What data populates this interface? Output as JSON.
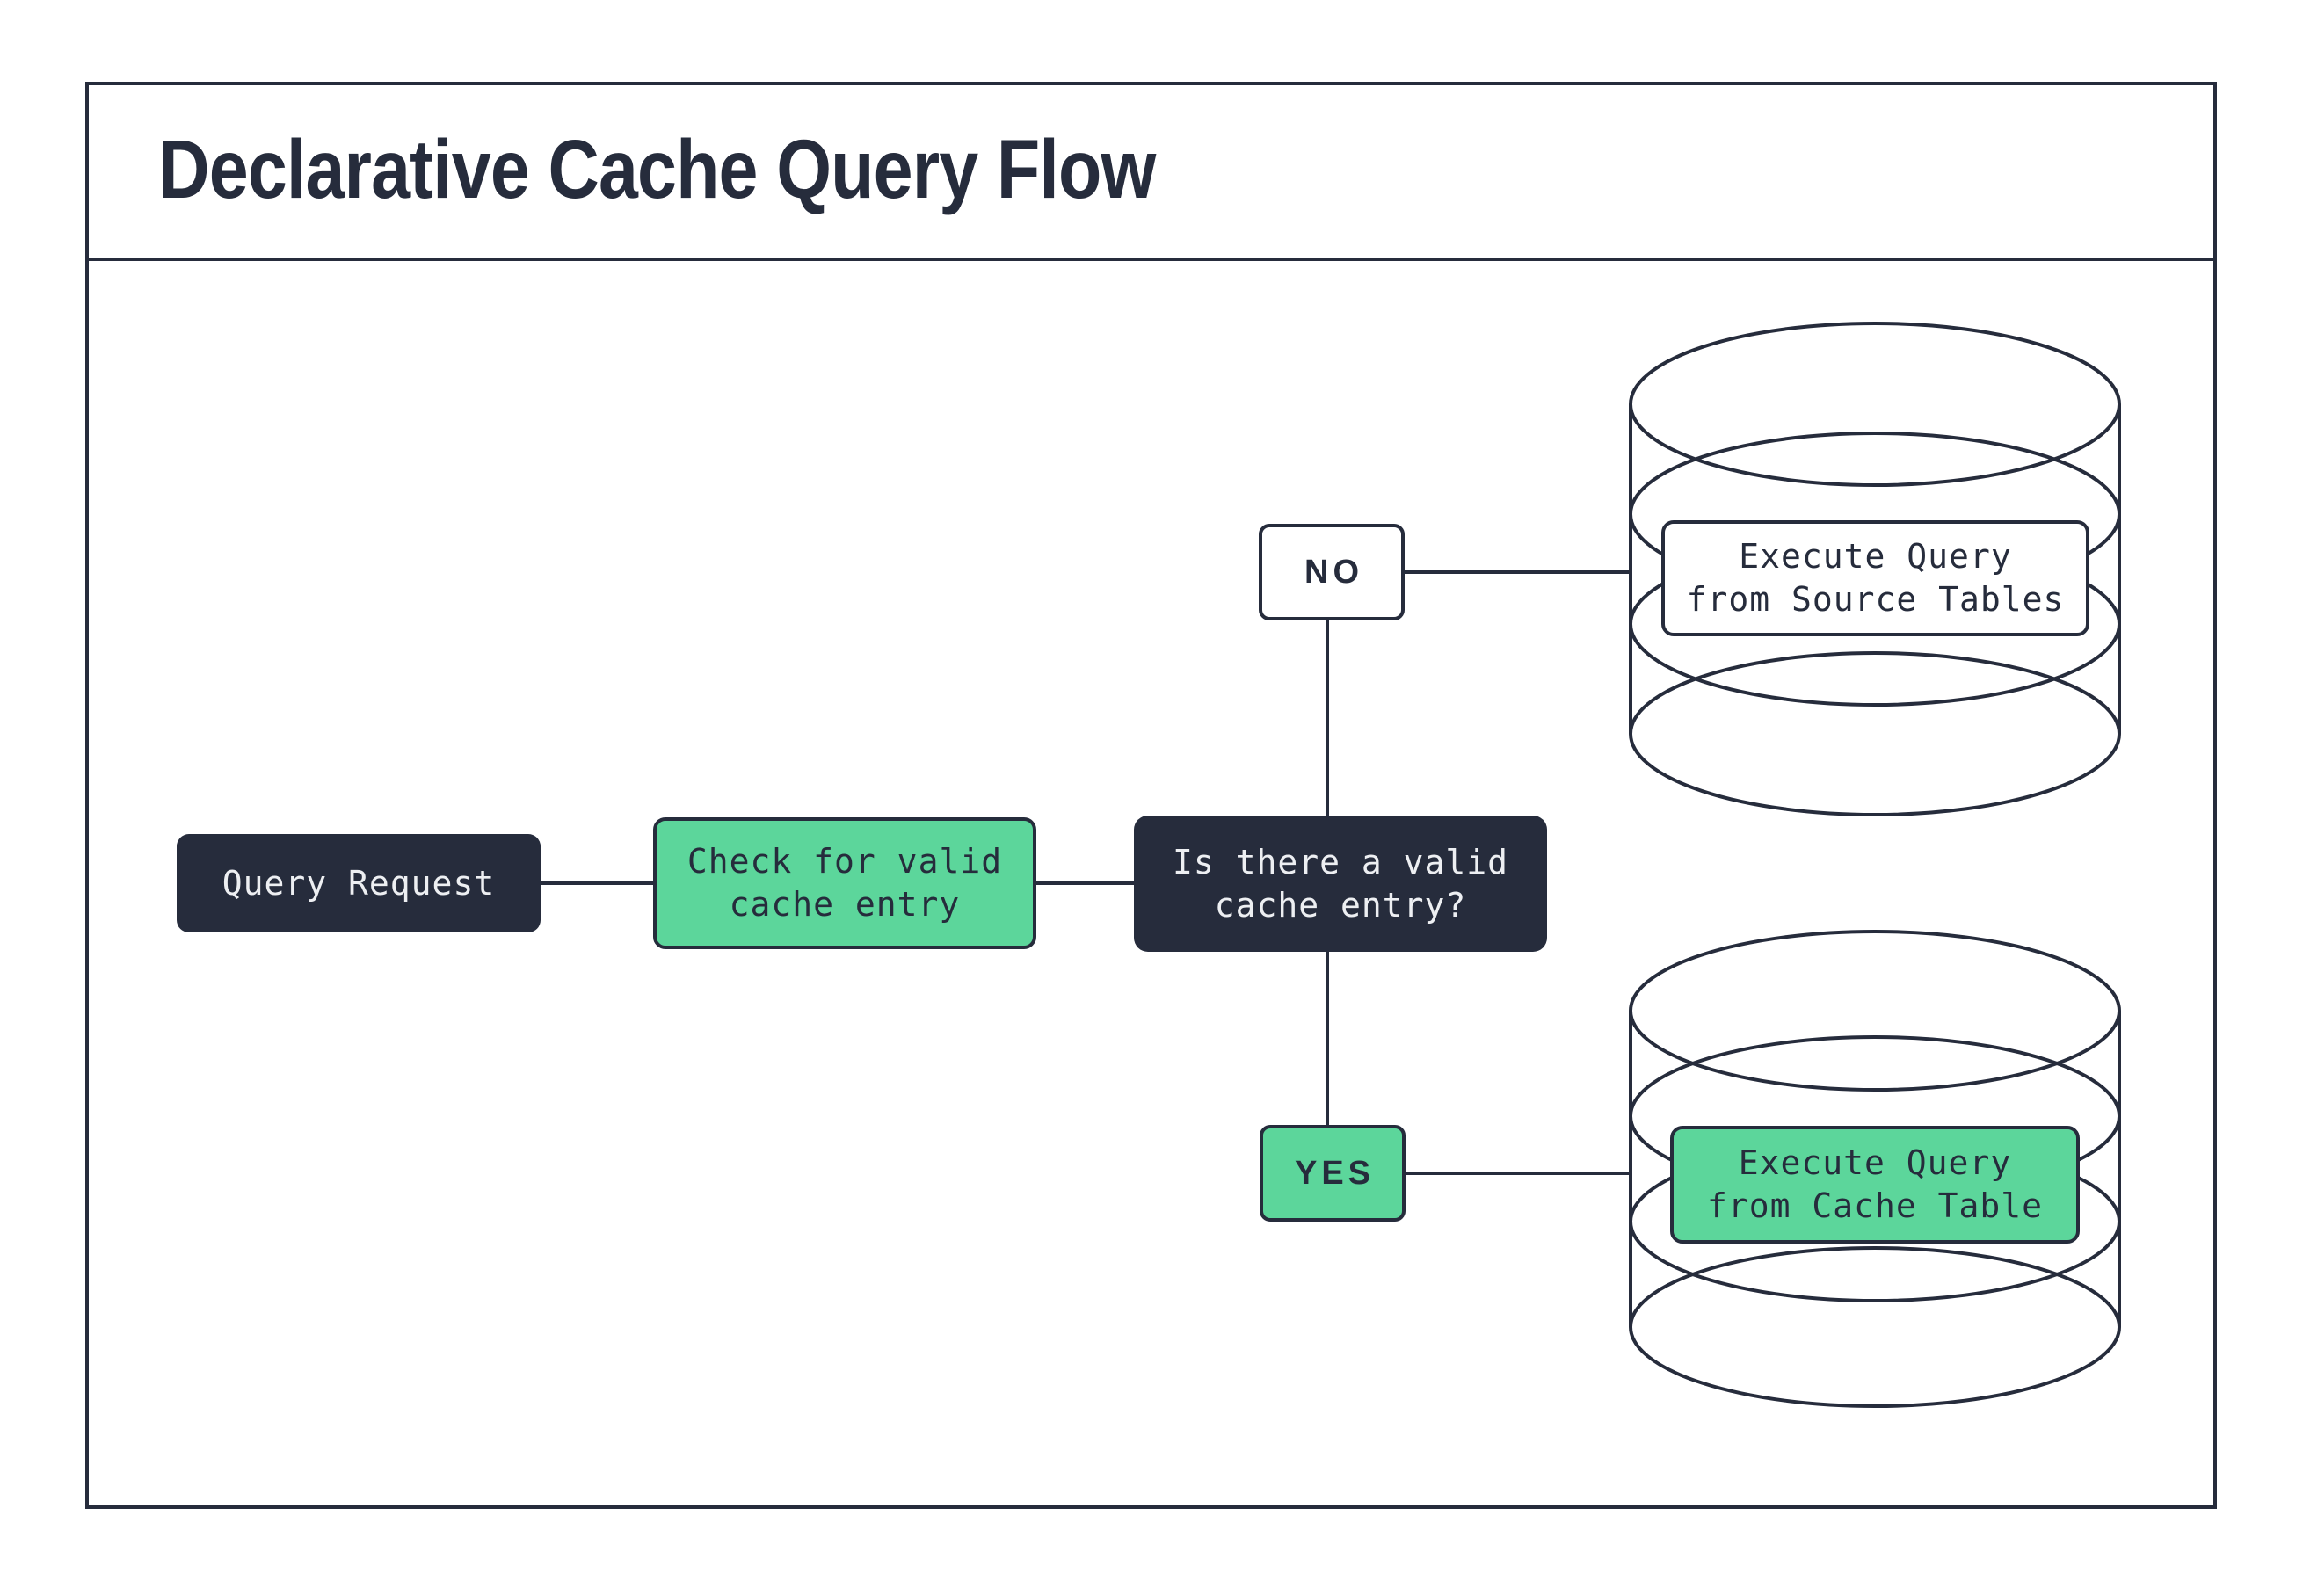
{
  "title": "Declarative Cache Query Flow",
  "colors": {
    "navy": "#262C3C",
    "green": "#5CD69B",
    "light": "#EDEFF2",
    "white": "#FFFFFF"
  },
  "nodes": {
    "query_request": {
      "label": "Query Request"
    },
    "check_cache": {
      "line1": "Check for valid",
      "line2": "cache entry"
    },
    "decision": {
      "line1": "Is there a valid",
      "line2": "cache entry?"
    },
    "no": {
      "label": "NO"
    },
    "yes": {
      "label": "YES"
    },
    "source_db": {
      "line1": "Execute Query",
      "line2": "from Source Tables"
    },
    "cache_db": {
      "line1": "Execute Query",
      "line2": "from Cache Table"
    }
  }
}
